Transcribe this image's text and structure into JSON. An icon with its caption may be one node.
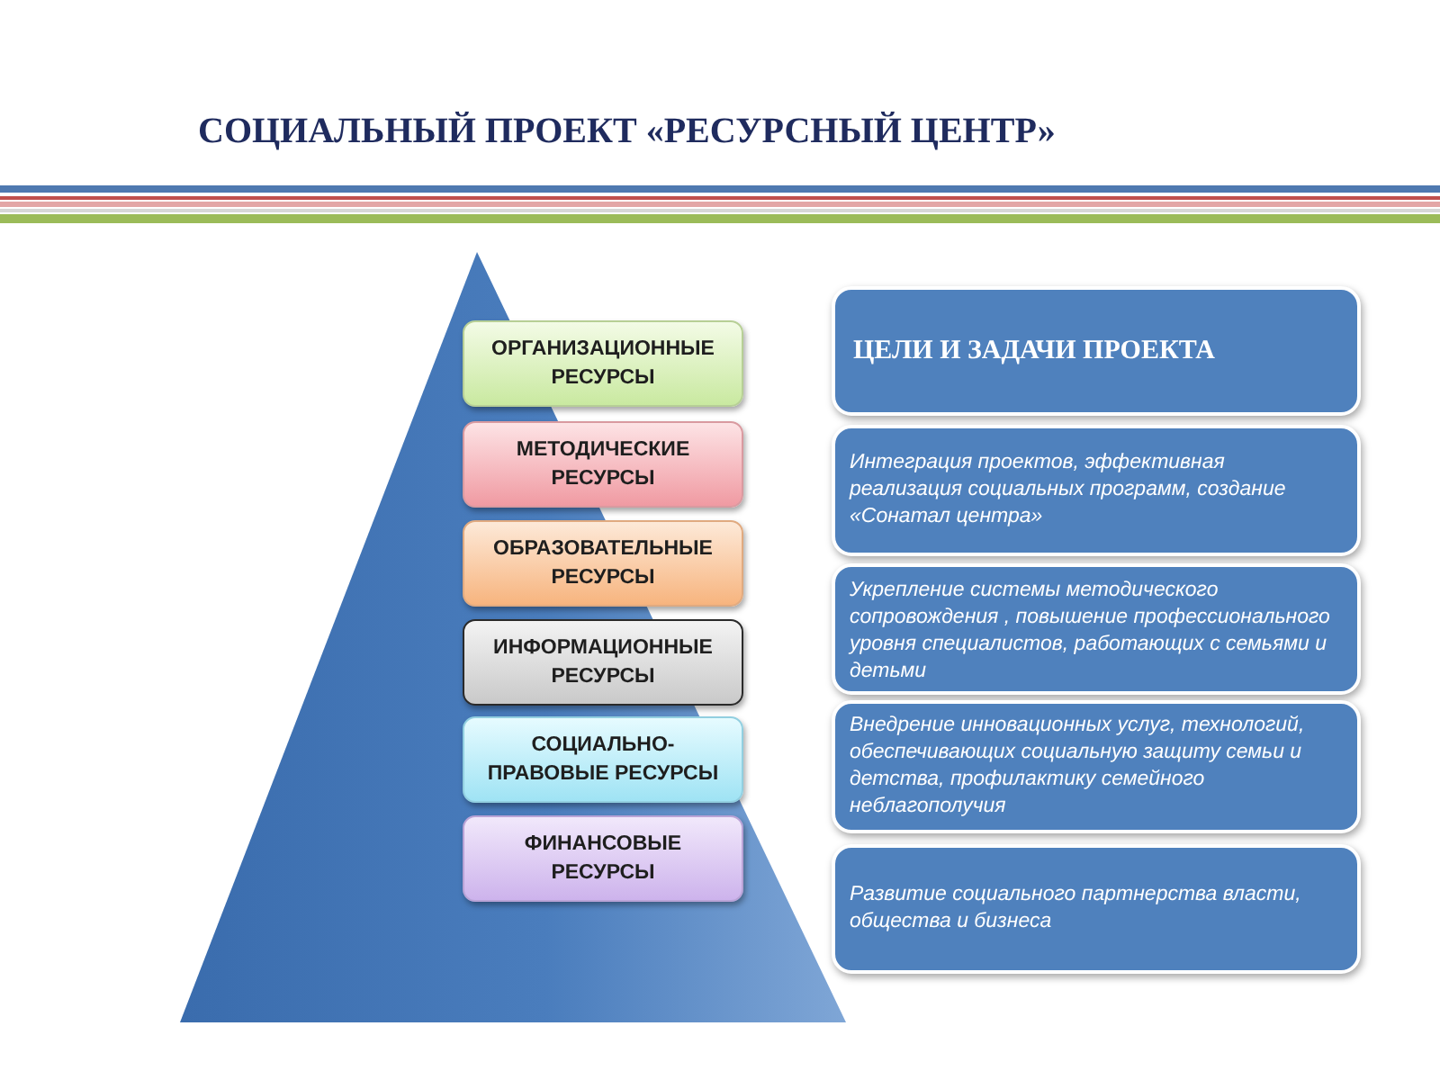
{
  "diagram": {
    "title": "СОЦИАЛЬНЫЙ ПРОЕКТ «РЕСУРСНЫЙ ЦЕНТР»",
    "nodes": [
      {
        "text": [
          "ОРГАНИЗАЦИОННЫЕ РЕСУРСЫ"
        ]
      },
      {
        "text": [
          "МЕТОДИЧЕСКИЕ РЕСУРСЫ"
        ]
      },
      {
        "text": [
          "ОБРАЗОВАТЕЛЬНЫЕ РЕСУРСЫ"
        ]
      },
      {
        "text": [
          "ИНФОРМАЦИОННЫЕ РЕСУРСЫ"
        ]
      },
      {
        "text": [
          "СОЦИАЛЬНО-ПРАВОВЫЕ РЕСУРСЫ"
        ]
      },
      {
        "text": [
          "ФИНАНСОВЫЕ РЕСУРСЫ"
        ]
      },
      {
        "text": [
          "ЦЕЛИ И ЗАДАЧИ ПРОЕКТА"
        ]
      },
      {
        "text": [
          "Интеграция проектов, эффективная реализация социальных программ, создание «Сонатал центра»"
        ]
      },
      {
        "text": [
          "Укрепление системы методического сопровождения , повышение профессионального уровня специалистов, работающих с семьями и детьми"
        ]
      },
      {
        "text": [
          "Внедрение инновационных услуг, технологий, обеспечивающих социальную защиту семьи и детства, профилактику семейного неблагополучия"
        ]
      },
      {
        "text": [
          "Развитие социального партнерства власти, общества и бизнеса"
        ]
      }
    ]
  }
}
